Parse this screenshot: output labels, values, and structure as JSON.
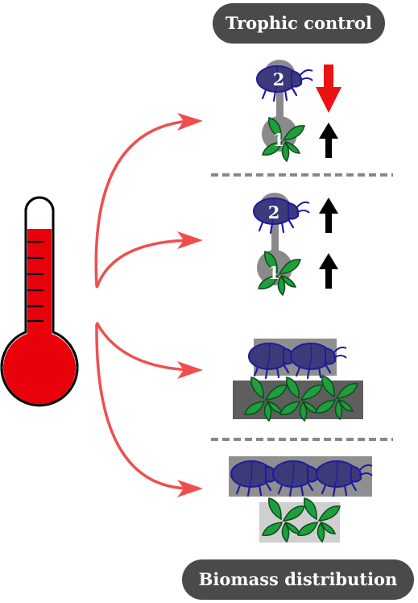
{
  "top_label": "Trophic control",
  "bottom_label": "Biomass distribution",
  "node_labels": {
    "upper": "2",
    "lower": "1"
  },
  "icons": {
    "thermometer": "thermometer-icon",
    "consumer": "beetle-icon",
    "producer": "leaf-icon",
    "decrease": "arrow-down-icon",
    "increase": "arrow-up-icon"
  },
  "colors": {
    "thermometer_fill": "#e8000b",
    "curve": "#f04e4e",
    "beetle": "#3d3a7a",
    "beetle_outline": "#1f1aa0",
    "leaf": "#1e9e3c",
    "leaf_outline": "#0a4d1a",
    "arrow_down": "#ee1111",
    "arrow_up": "#000000",
    "pill": "#4a4a4a",
    "dashed": "#888888",
    "bar_dark": "#5e5e5e",
    "bar_mid": "#8f8f8f",
    "bar_light": "#cfcfcf"
  },
  "panels": [
    {
      "type": "trophic",
      "consumer_arrow": "down",
      "producer_arrow": "up"
    },
    {
      "type": "trophic",
      "consumer_arrow": "up",
      "producer_arrow": "up"
    },
    {
      "type": "biomass",
      "consumer_count": 2,
      "producer_count": 3
    },
    {
      "type": "biomass",
      "consumer_count": 3,
      "producer_count": 2
    }
  ]
}
